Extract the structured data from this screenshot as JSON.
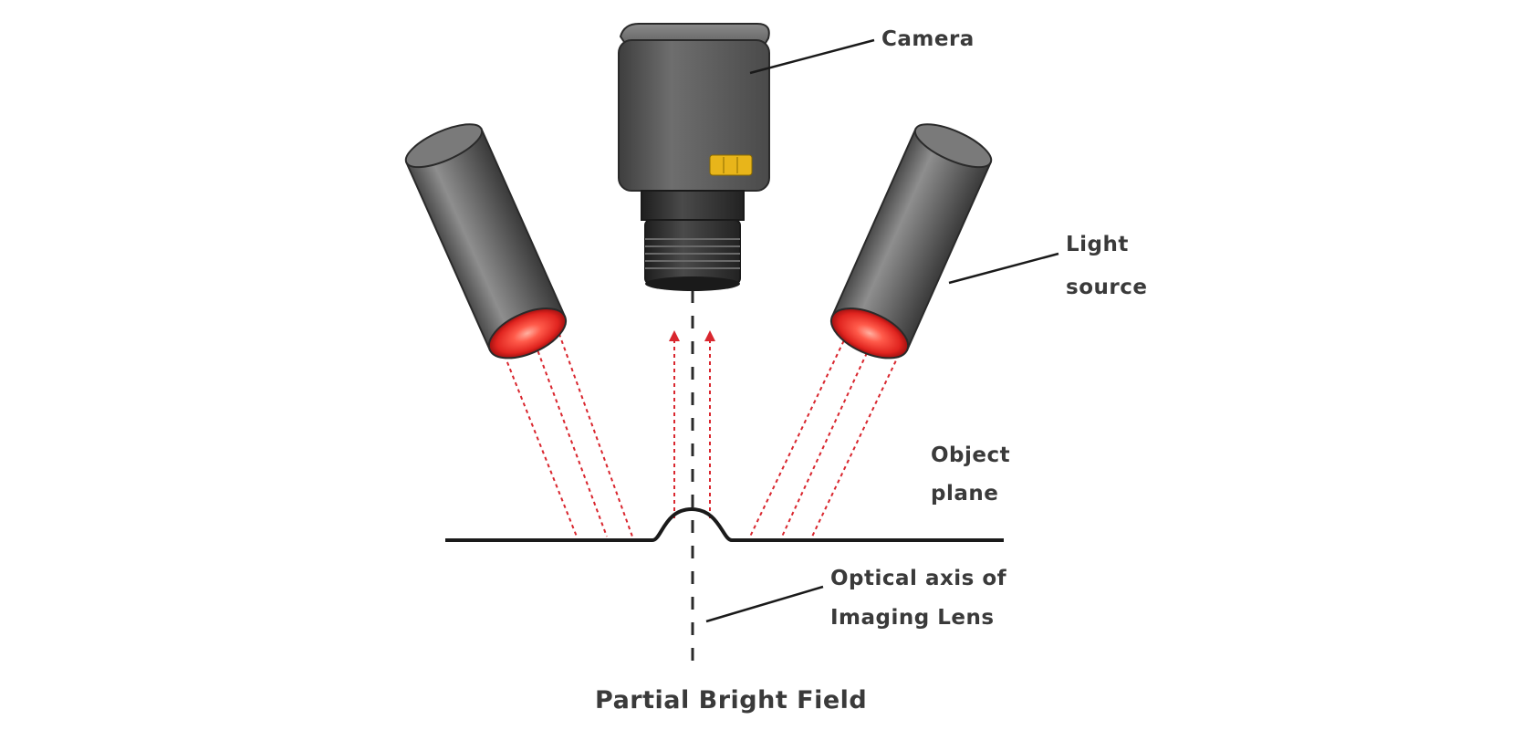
{
  "labels": {
    "camera": "Camera",
    "light_source_line1": "Light",
    "light_source_line2": "source",
    "object_plane_line1": "Object",
    "object_plane_line2": "plane",
    "optical_axis_line1": "Optical axis of",
    "optical_axis_line2": "Imaging Lens"
  },
  "caption": "Partial Bright Field",
  "colors": {
    "ray": "#d9262e",
    "camera_body": "#6a6a6a",
    "camera_badge": "#e8b51a",
    "light_glow": "#ff5a4a",
    "plane_line": "#1a1a1a",
    "text": "#3a3a3a"
  },
  "icons": {
    "camera": "camera-icon",
    "light_left": "light-source-icon",
    "light_right": "light-source-icon"
  }
}
